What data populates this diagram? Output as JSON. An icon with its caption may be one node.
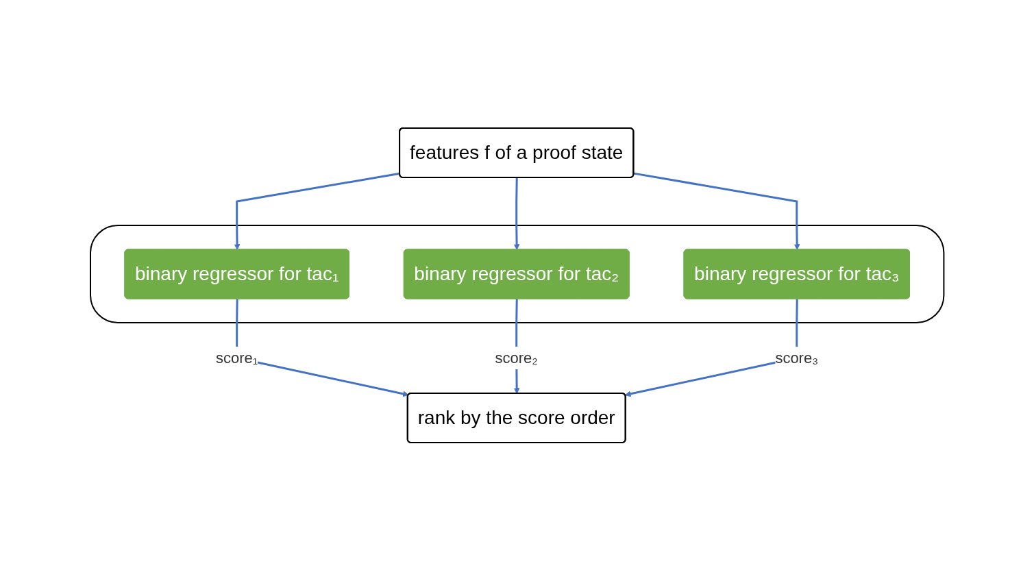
{
  "diagram": {
    "nodes": [
      {
        "text": [
          "features f of a proof state"
        ]
      },
      {
        "text": [],
        "shape": "box"
      },
      {
        "text": [
          "binary regressor for tac₁"
        ],
        "in": 1
      },
      {
        "text": [
          "binary regressor for tac₂"
        ],
        "in": 1
      },
      {
        "text": [
          "binary regressor for tac₃"
        ],
        "in": 1
      },
      {
        "text": [
          "rank by the score order"
        ]
      }
    ],
    "edges": [
      {
        "from": 0,
        "to": 2,
        "arrow": "to"
      },
      {
        "from": 0,
        "to": 3,
        "arrow": "to"
      },
      {
        "from": 0,
        "to": 4,
        "arrow": "to"
      },
      {
        "from": 2,
        "to": 5,
        "arrow": "to",
        "label": "score₁"
      },
      {
        "from": 3,
        "to": 5,
        "arrow": "to",
        "label": "score₂"
      },
      {
        "from": 4,
        "to": 5,
        "arrow": "to",
        "label": "score₃"
      }
    ]
  }
}
